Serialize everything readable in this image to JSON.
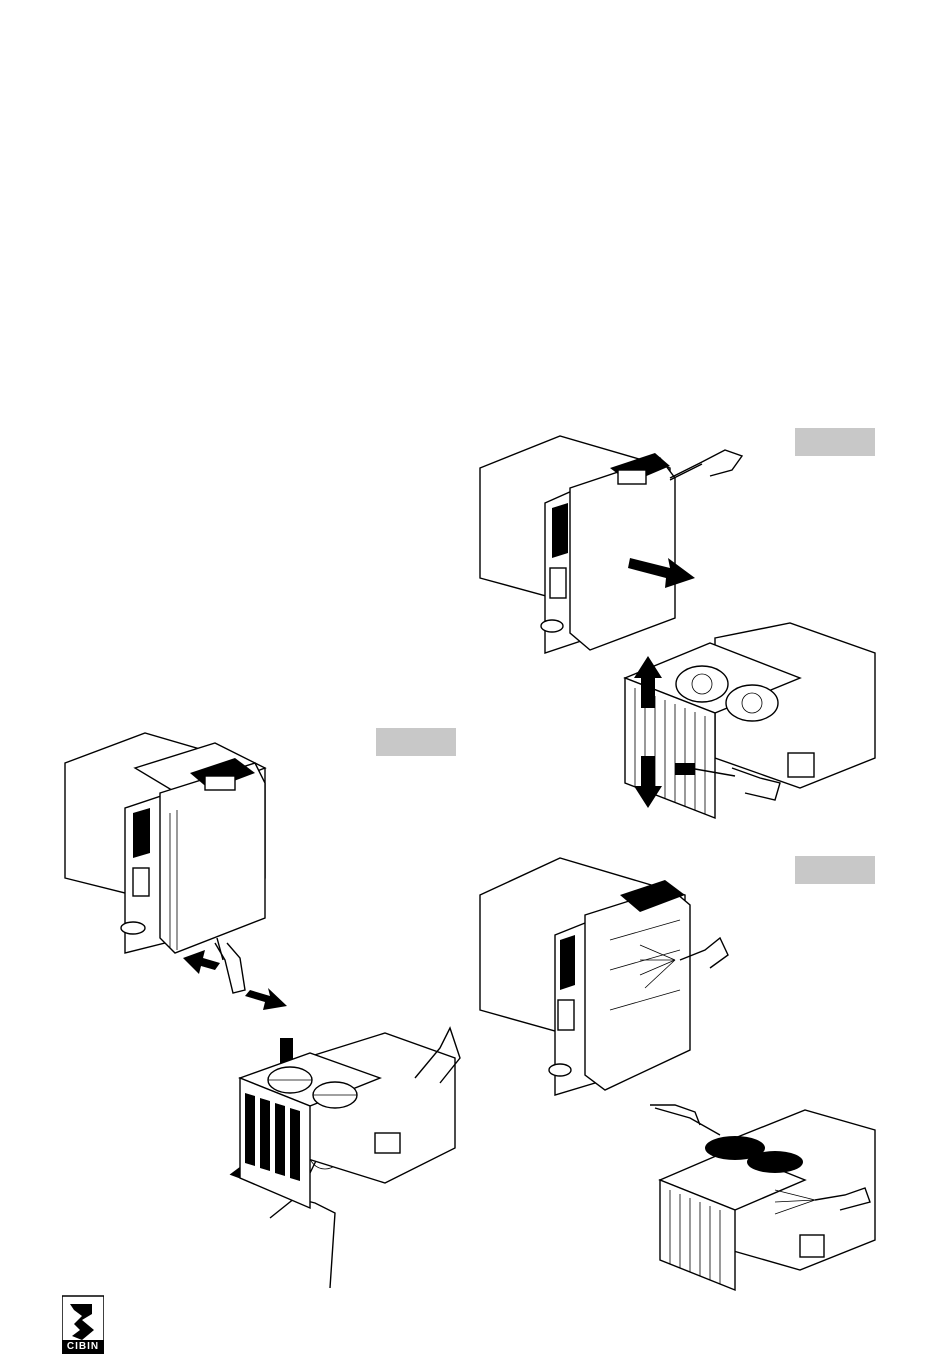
{
  "page": {
    "logo_text": "CIBIN"
  },
  "figures": [
    {
      "name": "figure-a",
      "caption": ""
    },
    {
      "name": "figure-b",
      "caption": ""
    },
    {
      "name": "figure-c",
      "caption": ""
    }
  ],
  "icons": [
    "arrow-icon",
    "hand-icon",
    "screwdriver-icon",
    "fan-icon",
    "brush-icon"
  ]
}
